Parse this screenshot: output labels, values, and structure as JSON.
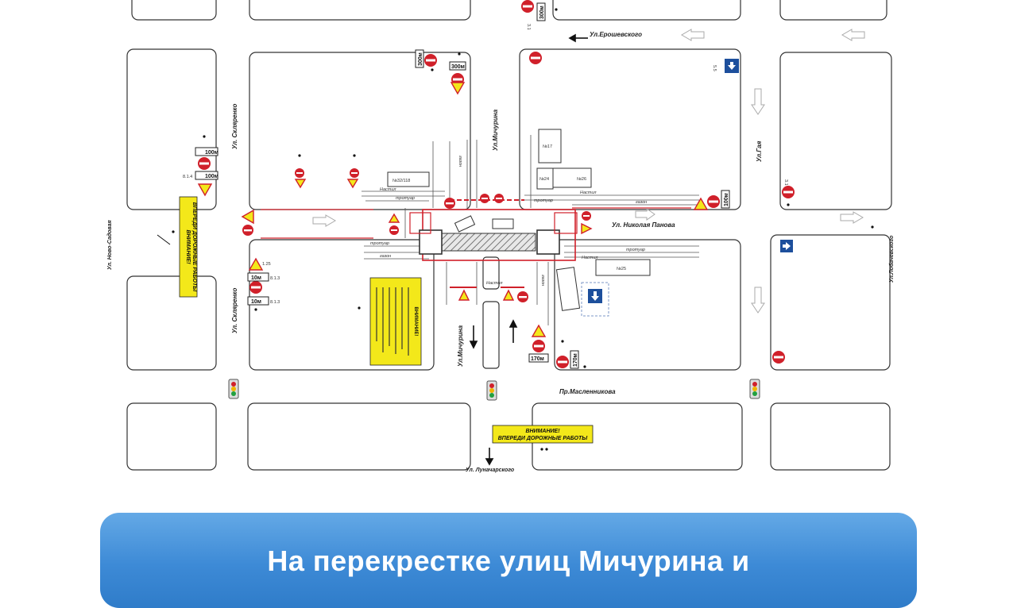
{
  "streets": {
    "yeroshevskogo": "Ул.Ерошевского",
    "michurina_north": "Ул.Мичурина",
    "michurina_south": "Ул.Мичурина",
    "gaya": "Ул.Гая",
    "nikolaya_panova": "Ул. Николая Панова",
    "skliarenko_north": "Ул. Скляренко",
    "skliarenko_south": "Ул. Скляренко",
    "novo_sadovaya": "Ул. Ново-Садовая",
    "lobachevskogo": "Ул.Лобачевского",
    "maslennikova": "Пр.Масленникова",
    "lunacharskogo": "Ул. Луначарского"
  },
  "warning_signs": {
    "south": {
      "line1": "ВНИМАНИЕ!",
      "line2": "ВПЕРЕДИ ДОРОЖНЫЕ РАБОТЫ"
    },
    "west": {
      "line1": "ВНИМАНИЕ!",
      "line2": "ВПЕРЕДИ ДОРОЖНЫЕ РАБОТЫ"
    },
    "info_board": {
      "line1": "ВНИМАНИЕ!"
    }
  },
  "distance_plates": [
    "300м",
    "300м",
    "300м",
    "100м",
    "100м",
    "10м",
    "10м",
    "170м",
    "170м",
    "100м"
  ],
  "buildings": [
    "№32/118",
    "№17",
    "№24",
    "№26",
    "№25"
  ],
  "surface_labels": [
    "газон",
    "газон",
    "газон",
    "газон",
    "тротуар",
    "тротуар",
    "тротуар",
    "тротуар",
    "Настил",
    "Настил",
    "Настил",
    "Настил"
  ],
  "sign_codes": [
    "3.1",
    "3.1",
    "1.25",
    "8.1.3",
    "8.1.4",
    "5.5",
    "8.1.3"
  ],
  "banner": {
    "title": "На перекрестке улиц Мичурина и"
  },
  "colors": {
    "banner_top": "#64a9e6",
    "banner_bottom": "#2f7cc9",
    "road_edge": "#333333",
    "work_zone_red": "#d0202a",
    "sign_yellow": "#f3e81a",
    "sign_blue": "#1d4f9c"
  }
}
